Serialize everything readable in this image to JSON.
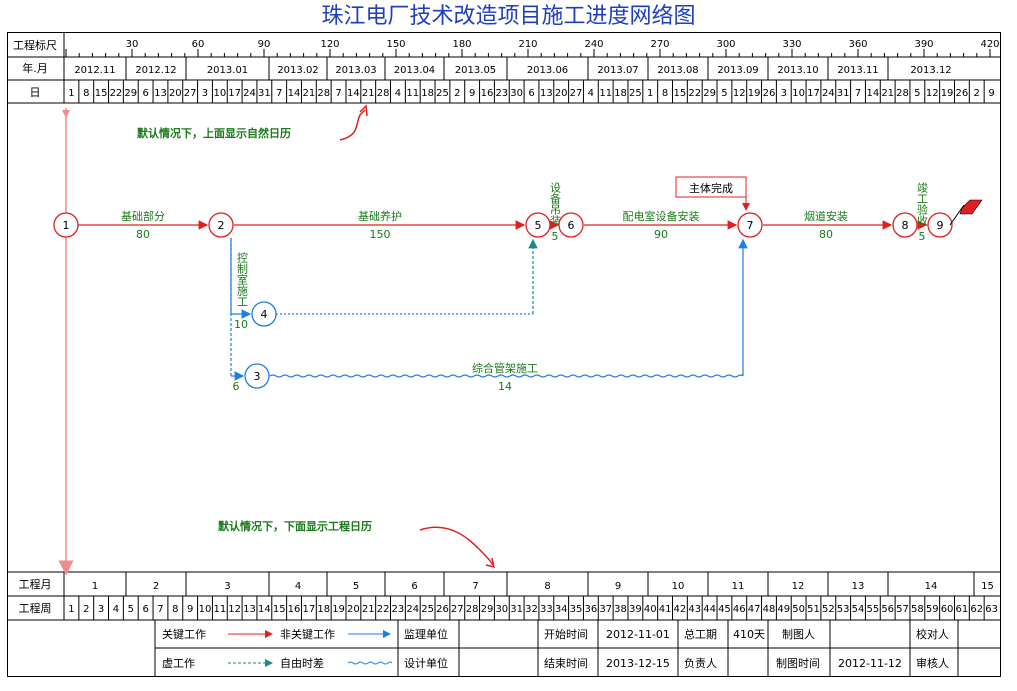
{
  "title": "珠江电厂技术改造项目施工进度网络图",
  "rows": {
    "scale": "工程标尺",
    "yearmonth": "年.月",
    "day": "日",
    "proj_month": "工程月",
    "proj_week": "工程周"
  },
  "scale_ticks": [
    "30",
    "60",
    "90",
    "120",
    "150",
    "180",
    "210",
    "240",
    "270",
    "300",
    "330",
    "360",
    "390",
    "420"
  ],
  "months": [
    "2012.11",
    "2012.12",
    "2013.01",
    "2013.02",
    "2013.03",
    "2013.04",
    "2013.05",
    "2013.06",
    "2013.07",
    "2013.08",
    "2013.09",
    "2013.10",
    "2013.11",
    "2013.12"
  ],
  "days": [
    "1",
    "8",
    "15",
    "22",
    "29",
    "6",
    "13",
    "20",
    "27",
    "3",
    "10",
    "17",
    "24",
    "31",
    "7",
    "14",
    "21",
    "28",
    "7",
    "14",
    "21",
    "28",
    "4",
    "11",
    "18",
    "25",
    "2",
    "9",
    "16",
    "23",
    "30",
    "6",
    "13",
    "20",
    "27",
    "4",
    "11",
    "18",
    "25",
    "1",
    "8",
    "15",
    "22",
    "29",
    "5",
    "12",
    "19",
    "26",
    "3",
    "10",
    "17",
    "24",
    "31",
    "7",
    "14",
    "21",
    "28",
    "5",
    "12",
    "19",
    "26",
    "2",
    "9"
  ],
  "proj_months": [
    "1",
    "2",
    "3",
    "4",
    "5",
    "6",
    "7",
    "8",
    "9",
    "10",
    "11",
    "12",
    "13",
    "14",
    "15"
  ],
  "proj_weeks": [
    "1",
    "2",
    "3",
    "4",
    "5",
    "6",
    "7",
    "8",
    "9",
    "10",
    "11",
    "12",
    "13",
    "14",
    "15",
    "16",
    "17",
    "18",
    "19",
    "20",
    "21",
    "22",
    "23",
    "24",
    "25",
    "26",
    "27",
    "28",
    "29",
    "30",
    "31",
    "32",
    "33",
    "34",
    "35",
    "36",
    "37",
    "38",
    "39",
    "40",
    "41",
    "42",
    "43",
    "44",
    "45",
    "46",
    "47",
    "48",
    "49",
    "50",
    "51",
    "52",
    "53",
    "54",
    "55",
    "56",
    "57",
    "58",
    "59",
    "60",
    "61",
    "62",
    "63"
  ],
  "notes": {
    "top": "默认情况下，上面显示自然日历",
    "bottom": "默认情况下，下面显示工程日历"
  },
  "nodes": [
    "1",
    "2",
    "3",
    "4",
    "5",
    "6",
    "7",
    "8",
    "9"
  ],
  "tasks": [
    {
      "name": "基础部分",
      "dur": "80"
    },
    {
      "name": "基础养护",
      "dur": "150"
    },
    {
      "name": "设备吊装",
      "dur": "5"
    },
    {
      "name": "配电室设备安装",
      "dur": "90"
    },
    {
      "name": "烟道安装",
      "dur": "80"
    },
    {
      "name": "竣工验收",
      "dur": "5"
    },
    {
      "name": "控制室施工",
      "dur": "10"
    },
    {
      "name": "综合管架施工",
      "dur": "14"
    },
    {
      "name": "",
      "dur": "6"
    }
  ],
  "milestone": "主体完成",
  "legend": {
    "critical": "关键工作",
    "noncritical": "非关键工作",
    "dummy": "虚工作",
    "float": "自由时差",
    "supervisor": "监理单位",
    "designer": "设计单位",
    "start_label": "开始时间",
    "start_value": "2012-11-01",
    "end_label": "结束时间",
    "end_value": "2013-12-15",
    "total_label": "总工期",
    "total_value": "410天",
    "owner_label": "负责人",
    "drawer_label": "制图人",
    "drawtime_label": "制图时间",
    "drawtime_value": "2012-11-12",
    "checker_label": "校对人",
    "reviewer_label": "审核人"
  },
  "colors": {
    "critical": "#e02020",
    "noncritical": "#1f7fe0",
    "note": "#1a7a1a",
    "title": "#1f3fbf"
  }
}
